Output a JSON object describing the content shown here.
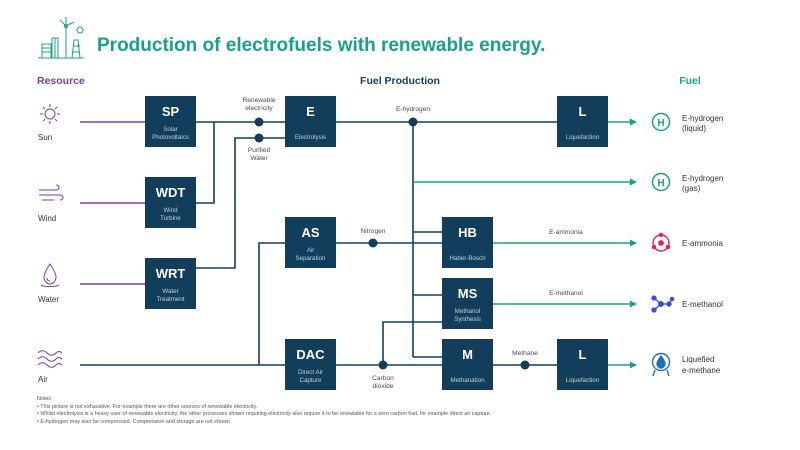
{
  "title": "Production of electrofuels with renewable energy.",
  "columns": {
    "resource": "Resource",
    "fuel_production": "Fuel Production",
    "fuel": "Fuel"
  },
  "resources": [
    {
      "label": "Sun",
      "icon": "sun-icon"
    },
    {
      "label": "Wind",
      "icon": "wind-icon"
    },
    {
      "label": "Water",
      "icon": "water-drop-icon"
    },
    {
      "label": "Air",
      "icon": "air-icon"
    }
  ],
  "boxes": {
    "sp": {
      "abbr": "SP",
      "sub1": "Solar",
      "sub2": "Photovoltaics"
    },
    "wdt": {
      "abbr": "WDT",
      "sub1": "Wind",
      "sub2": "Turbine"
    },
    "wrt": {
      "abbr": "WRT",
      "sub1": "Water",
      "sub2": "Treatment"
    },
    "e": {
      "abbr": "E",
      "sub1": "Electrolysis"
    },
    "as": {
      "abbr": "AS",
      "sub1": "Air",
      "sub2": "Separation"
    },
    "dac": {
      "abbr": "DAC",
      "sub1": "Direct Air",
      "sub2": "Capture"
    },
    "hb": {
      "abbr": "HB",
      "sub1": "Haber-Bosch"
    },
    "ms": {
      "abbr": "MS",
      "sub1": "Methanol",
      "sub2": "Synthesis"
    },
    "m": {
      "abbr": "M",
      "sub1": "Methanation"
    },
    "l1": {
      "abbr": "L",
      "sub1": "Liquefaction"
    },
    "l2": {
      "abbr": "L",
      "sub1": "Liquefaction"
    }
  },
  "flow_labels": {
    "renewable_1": "Renewable",
    "renewable_2": "electricity",
    "purified_1": "Purified",
    "purified_2": "Water",
    "e_hydrogen": "E-hydrogen",
    "nitrogen": "Nitrogen",
    "e_ammonia": "E-ammonia",
    "e_methanol": "E-methanol",
    "methane": "Methane",
    "carbon_1": "Carbon",
    "carbon_2": "dioxide"
  },
  "fuels": [
    {
      "line1": "E-hydrogen",
      "line2": "(liquid)",
      "icon": "hydrogen-icon"
    },
    {
      "line1": "E-hydrogen",
      "line2": "(gas)",
      "icon": "hydrogen-icon"
    },
    {
      "line1": "E-ammonia",
      "icon": "ammonia-icon"
    },
    {
      "line1": "E-methanol",
      "icon": "methanol-icon"
    },
    {
      "line1": "Liquefied",
      "line2": "e-methane",
      "icon": "methane-icon"
    }
  ],
  "notes": [
    "Notes",
    "• This picture is not exhaustive. For example there are other sources of renewable electricity.",
    "• Whilst electrolysis is a heavy user of renewable electricity, the other processes shown requiring electricity also require it to be renewable for a zero carbon fuel, for example direct air capture.",
    "• E-hydrogen may also be compressed. Compression and storage are not shown."
  ],
  "colors": {
    "navy": "#123e5b",
    "teal": "#1aa08e",
    "purple": "#7a3e9d",
    "text": "#333333"
  }
}
